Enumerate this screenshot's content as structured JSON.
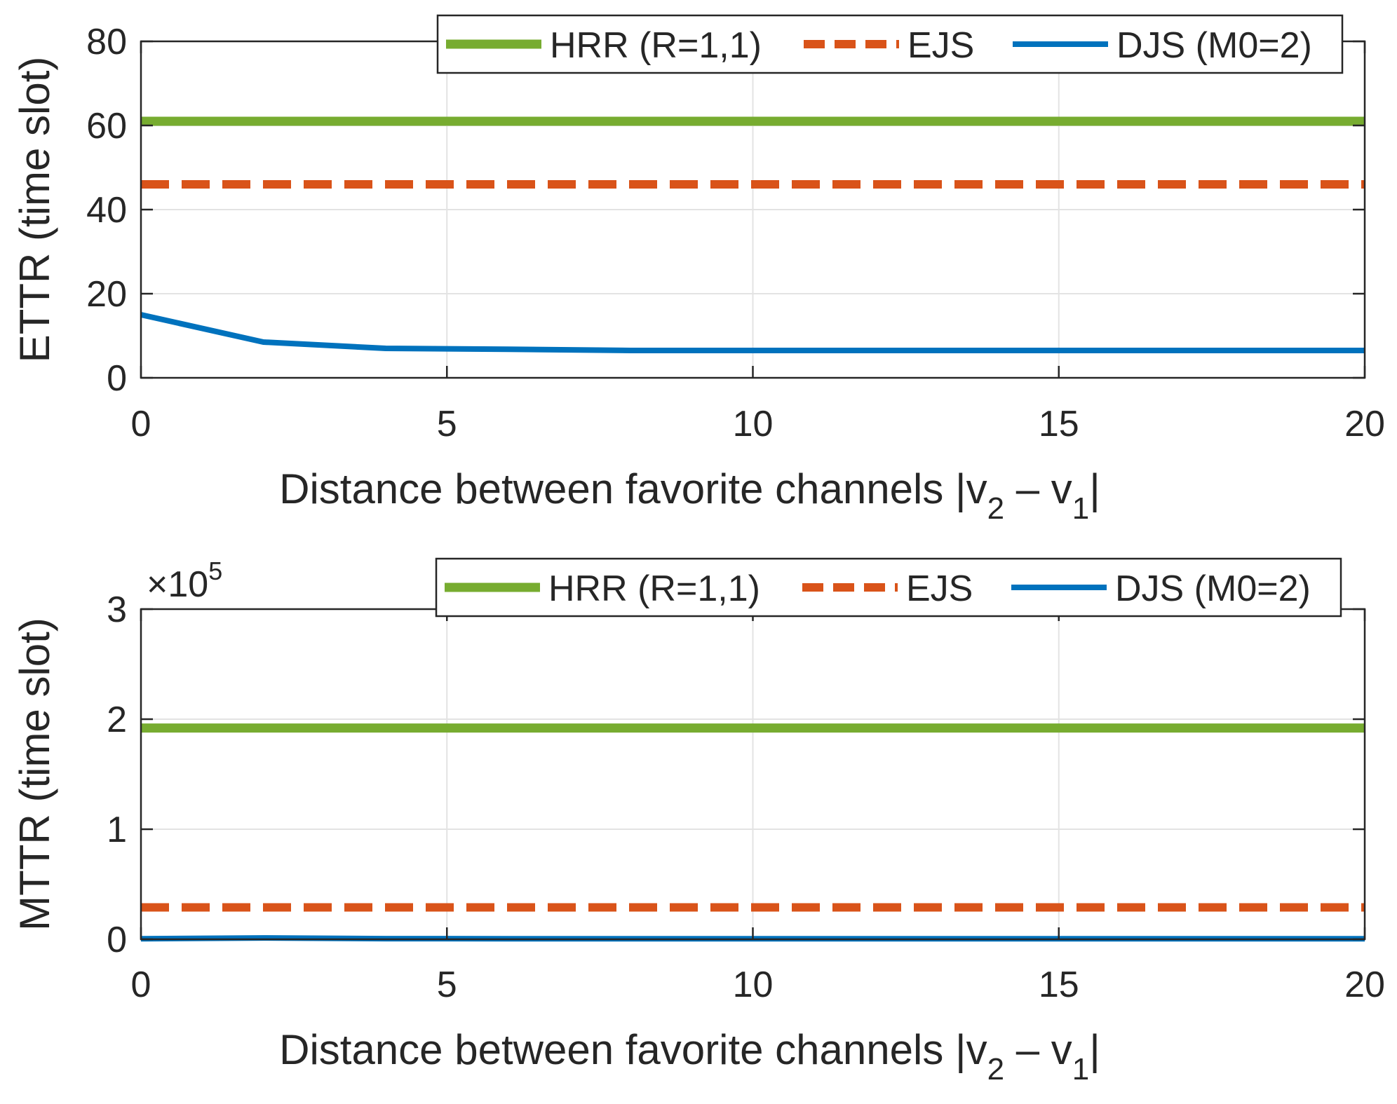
{
  "chart_data": [
    {
      "type": "line",
      "xlabel": "Distance between favorite channels |v",
      "xlabel_sub1": "2",
      "xlabel_mid": " – v",
      "xlabel_sub2": "1",
      "xlabel_end": "|",
      "ylabel": "ETTR (time slot)",
      "xlim": [
        0,
        20
      ],
      "ylim": [
        0,
        80
      ],
      "xticks": [
        0,
        5,
        10,
        15,
        20
      ],
      "yticks": [
        0,
        20,
        40,
        60,
        80
      ],
      "grid": true,
      "legend_position": "top-right",
      "series": [
        {
          "name": "HRR (R=1,1)",
          "color": "#77AC30",
          "style": "solid",
          "x": [
            0,
            2,
            4,
            6,
            8,
            10,
            12,
            14,
            16,
            18,
            20
          ],
          "y": [
            61,
            61,
            61,
            61,
            61,
            61,
            61,
            61,
            61,
            61,
            61
          ]
        },
        {
          "name": "EJS",
          "color": "#D95319",
          "style": "dashed",
          "x": [
            0,
            2,
            4,
            6,
            8,
            10,
            12,
            14,
            16,
            18,
            20
          ],
          "y": [
            46,
            46,
            46,
            46,
            46,
            46,
            46,
            46,
            46,
            46,
            46
          ]
        },
        {
          "name": "DJS (M0=2)",
          "color": "#0072BD",
          "style": "solid",
          "x": [
            0,
            2,
            4,
            6,
            8,
            10,
            12,
            14,
            16,
            18,
            20
          ],
          "y": [
            15,
            8.5,
            7,
            6.8,
            6.5,
            6.5,
            6.5,
            6.5,
            6.5,
            6.5,
            6.5
          ]
        }
      ]
    },
    {
      "type": "line",
      "xlabel": "Distance between favorite channels |v",
      "xlabel_sub1": "2",
      "xlabel_mid": " – v",
      "xlabel_sub2": "1",
      "xlabel_end": "|",
      "ylabel": "MTTR (time slot)",
      "y_multiplier": "×10",
      "y_multiplier_exp": "5",
      "xlim": [
        0,
        20
      ],
      "ylim": [
        0,
        3
      ],
      "xticks": [
        0,
        5,
        10,
        15,
        20
      ],
      "yticks": [
        0,
        1,
        2,
        3
      ],
      "grid": true,
      "legend_position": "top-right",
      "series": [
        {
          "name": "HRR (R=1,1)",
          "color": "#77AC30",
          "style": "solid",
          "x": [
            0,
            2,
            4,
            6,
            8,
            10,
            12,
            14,
            16,
            18,
            20
          ],
          "y": [
            1.92,
            1.92,
            1.92,
            1.92,
            1.92,
            1.92,
            1.92,
            1.92,
            1.92,
            1.92,
            1.92
          ]
        },
        {
          "name": "EJS",
          "color": "#D95319",
          "style": "dashed",
          "x": [
            0,
            2,
            4,
            6,
            8,
            10,
            12,
            14,
            16,
            18,
            20
          ],
          "y": [
            0.29,
            0.29,
            0.29,
            0.29,
            0.29,
            0.29,
            0.29,
            0.29,
            0.29,
            0.29,
            0.29
          ]
        },
        {
          "name": "DJS (M0=2)",
          "color": "#0072BD",
          "style": "solid",
          "x": [
            0,
            2,
            4,
            6,
            8,
            10,
            12,
            14,
            16,
            18,
            20
          ],
          "y": [
            0.005,
            0.012,
            0.006,
            0.005,
            0.005,
            0.005,
            0.005,
            0.005,
            0.005,
            0.005,
            0.005
          ]
        }
      ]
    }
  ]
}
